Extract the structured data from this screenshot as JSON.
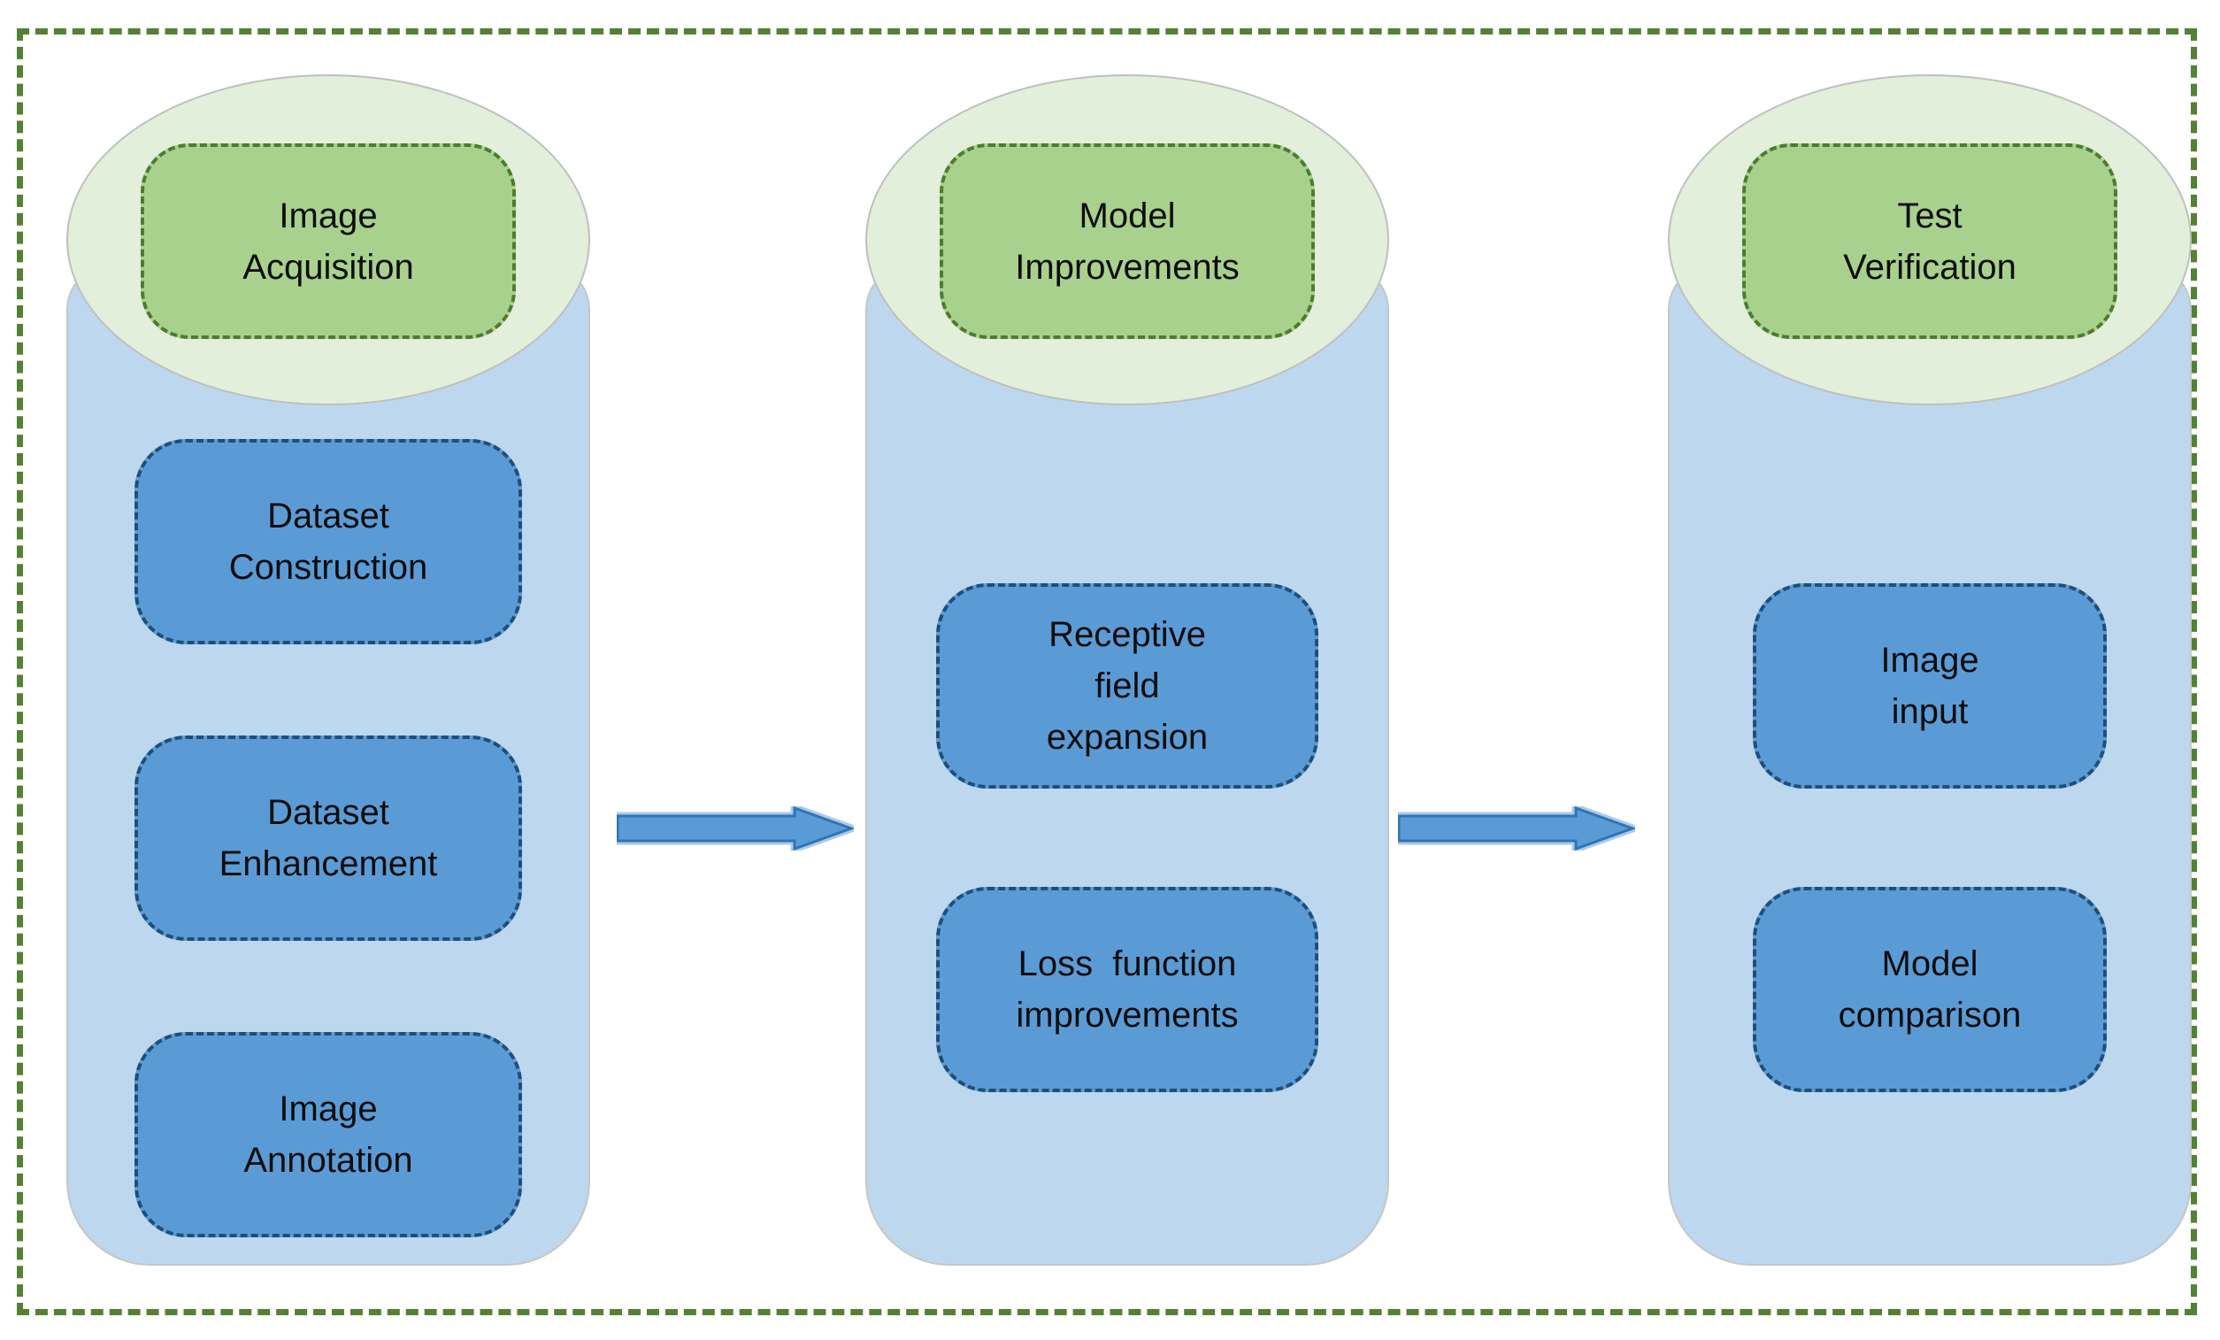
{
  "diagram": {
    "type": "process-flow",
    "columns": [
      {
        "name": "image-acquisition",
        "header": "Image\nAcquisition",
        "steps": [
          "Dataset\nConstruction",
          "Dataset\nEnhancement",
          "Image\nAnnotation"
        ]
      },
      {
        "name": "model-improvements",
        "header": "Model\nImprovements",
        "steps": [
          "Receptive\nfield\nexpansion",
          "Loss  function\nimprovements"
        ]
      },
      {
        "name": "test-verification",
        "header": "Test\nVerification",
        "steps": [
          "Image\ninput",
          "Model\ncomparison"
        ]
      }
    ],
    "arrows": {
      "icon": "right-arrow",
      "count": 2
    },
    "colors": {
      "canvas_background": "#FFFFFF",
      "outer_border": "#538135",
      "column_fill": "#BDD7EE",
      "column_stroke": "#C6C6C6",
      "ellipse_fill": "#E2EFDA",
      "ellipse_stroke": "#BFBFBF",
      "header_fill": "#A9D18E",
      "header_border": "#4E7B31",
      "step_fill": "#5B9BD5",
      "step_border": "#1F4E79",
      "arrow_fill": "#5B9BD5",
      "arrow_stroke": "#2E75B6",
      "text": "#0D0D0D"
    }
  }
}
